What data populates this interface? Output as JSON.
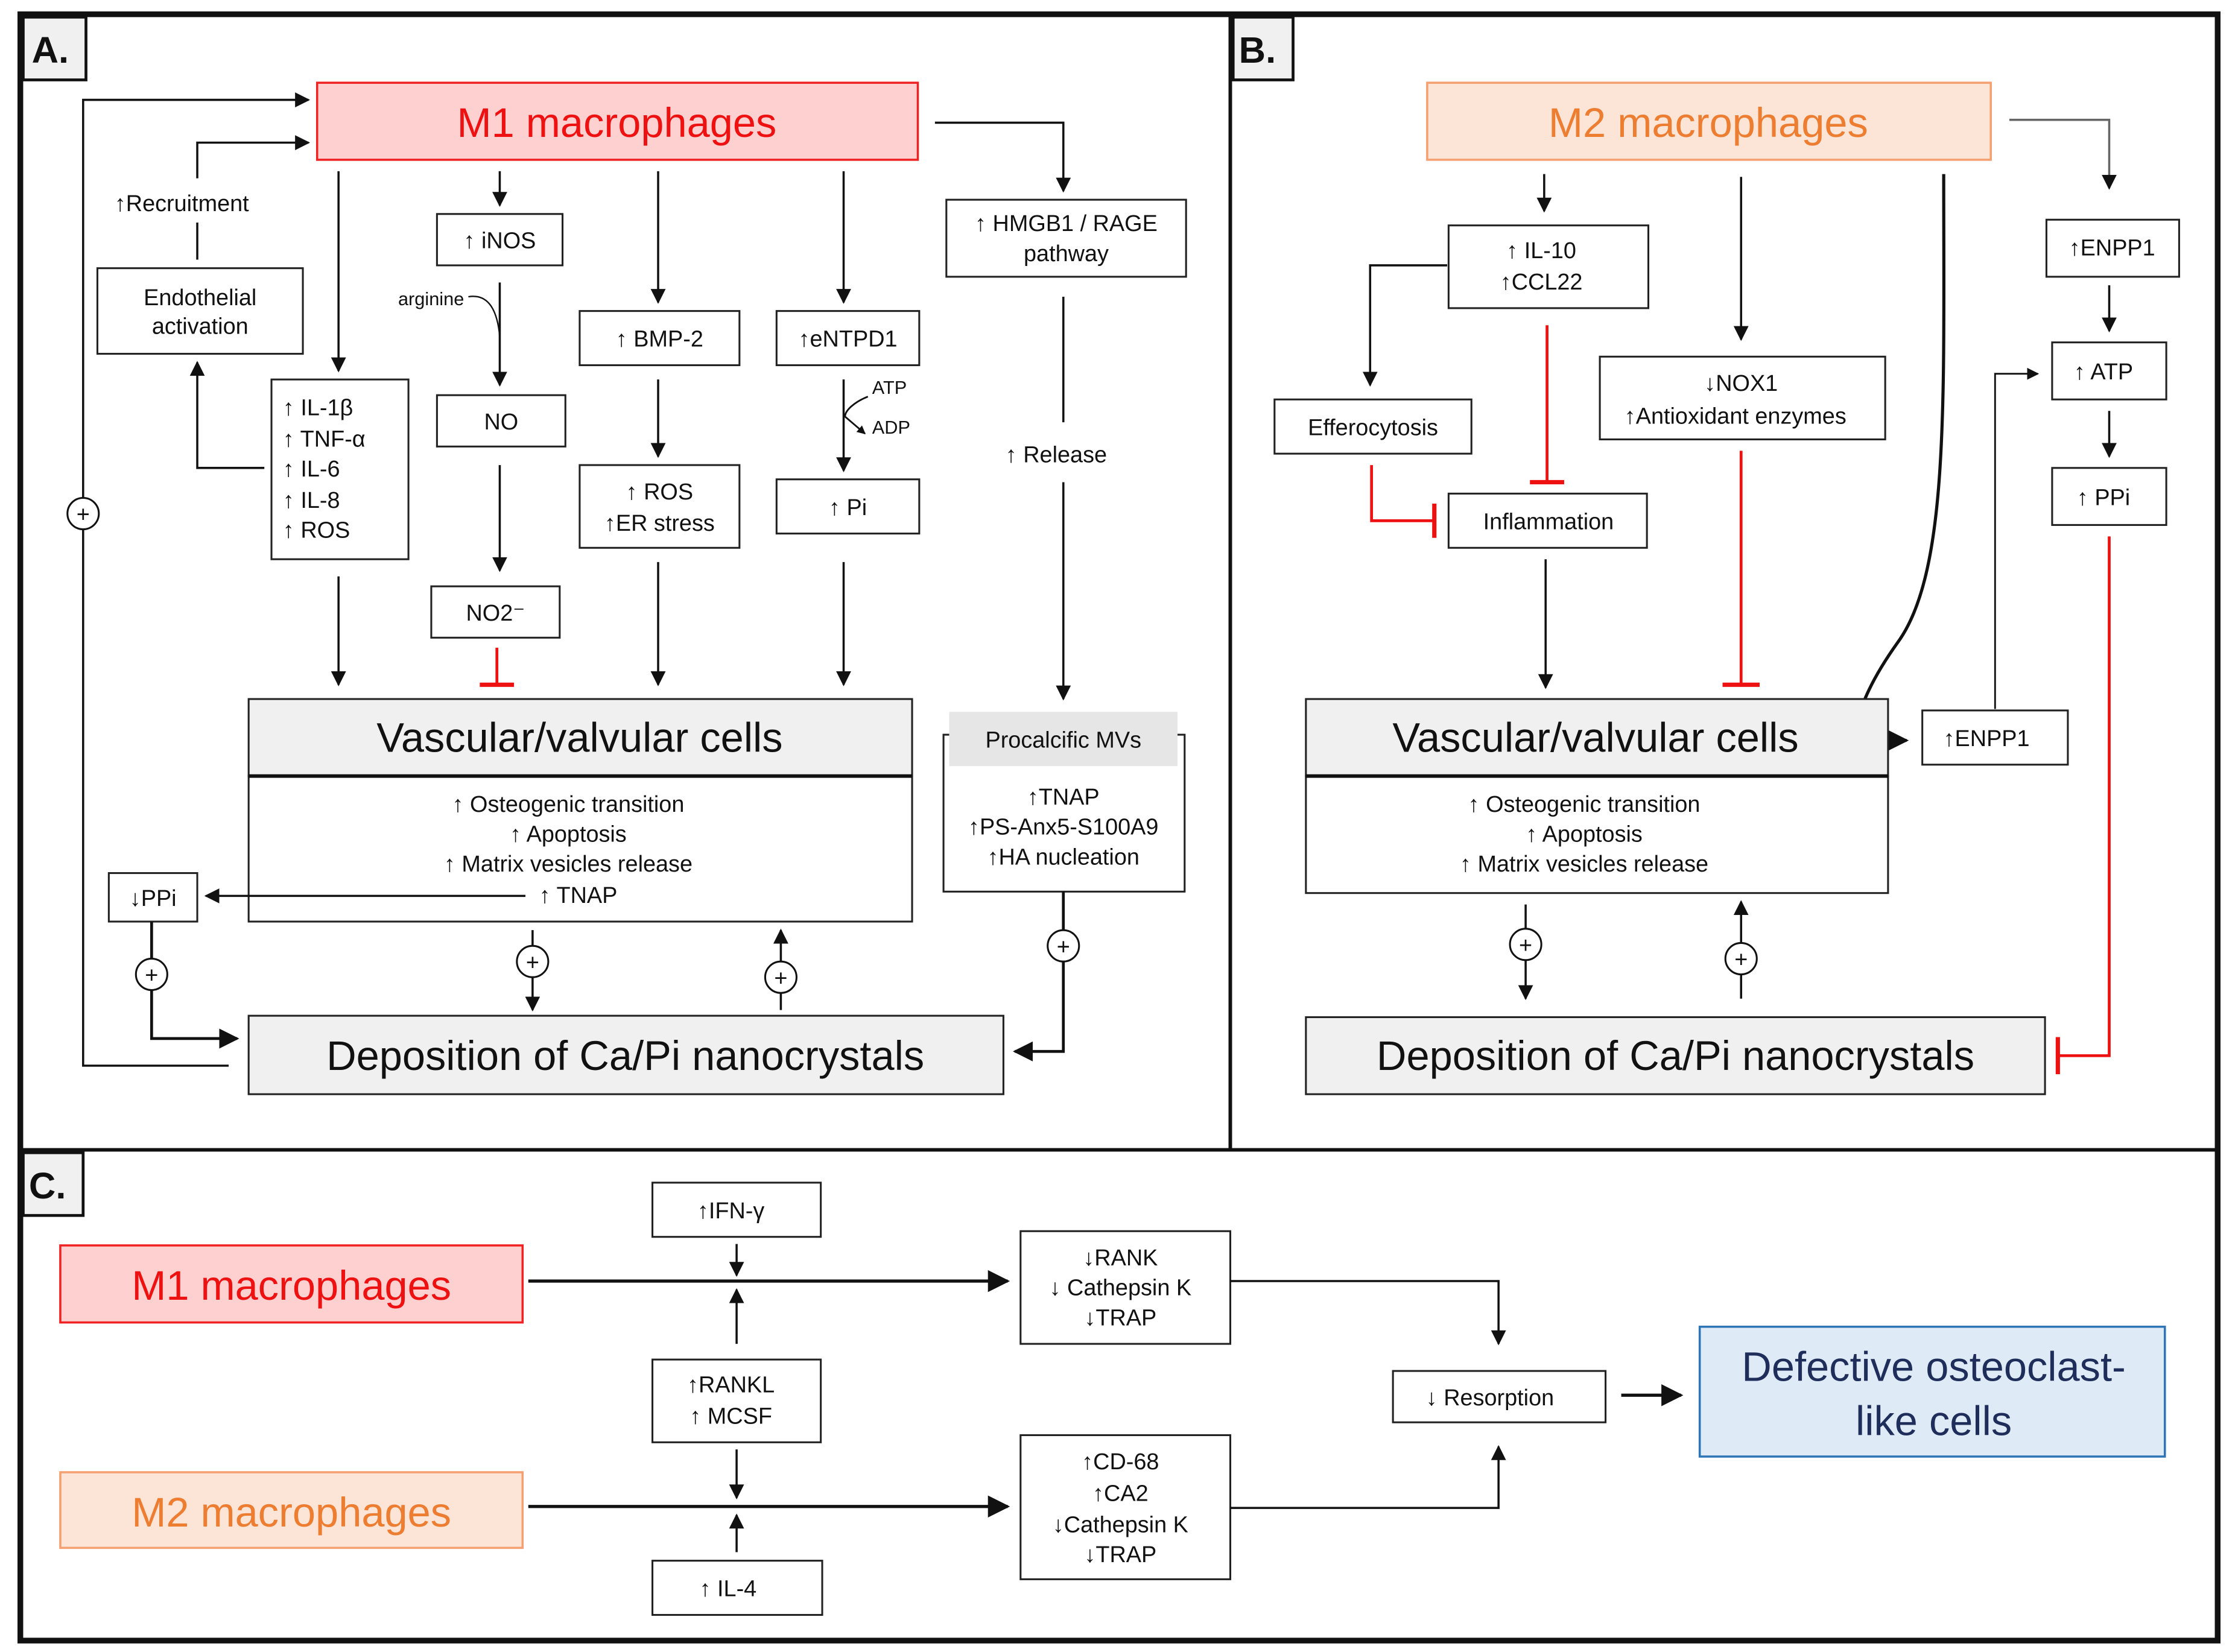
{
  "panels": {
    "a": {
      "label": "A.",
      "m1": "M1 macrophages",
      "recruitment": "↑Recruitment",
      "endothelial": [
        "Endothelial",
        "activation"
      ],
      "cytokines": [
        "↑ IL-1β",
        "↑ TNF-α",
        "↑ IL-6",
        "↑ IL-8",
        "↑ ROS"
      ],
      "inos": "↑ iNOS",
      "arginine": "arginine",
      "no": "NO",
      "no2": "NO2⁻",
      "bmp2": "↑ BMP-2",
      "ros_er": [
        "↑ ROS",
        "↑ER stress"
      ],
      "entpd1": "↑eNTPD1",
      "atp": "ATP",
      "adp": "ADP",
      "pi": "↑ Pi",
      "hmgb1": [
        "↑ HMGB1 / RAGE",
        "pathway"
      ],
      "release": "↑ Release",
      "vascular": "Vascular/valvular cells",
      "vascular_effects": [
        "↑ Osteogenic transition",
        "↑ Apoptosis",
        "↑ Matrix vesicles release",
        "↑ TNAP"
      ],
      "ppi": "↓PPi",
      "procalcific_title": "Procalcific MVs",
      "procalcific_items": [
        "↑TNAP",
        "↑PS-Anx5-S100A9",
        "↑HA nucleation"
      ],
      "deposition": "Deposition of Ca/Pi nanocrystals",
      "plus": "+"
    },
    "b": {
      "label": "B.",
      "m2": "M2 macrophages",
      "il10": [
        "↑ IL-10",
        "↑CCL22"
      ],
      "efferocytosis": "Efferocytosis",
      "inflammation": "Inflammation",
      "nox": [
        "↓NOX1",
        "↑Antioxidant enzymes"
      ],
      "enpp1_top": "↑ENPP1",
      "atp": "↑ ATP",
      "ppi": "↑ PPi",
      "vascular": "Vascular/valvular cells",
      "vascular_effects": [
        "↑ Osteogenic transition",
        "↑ Apoptosis",
        "↑ Matrix vesicles release"
      ],
      "enpp1_side": "↑ENPP1",
      "deposition": "Deposition of Ca/Pi nanocrystals",
      "plus": "+"
    },
    "c": {
      "label": "C.",
      "m1": "M1 macrophages",
      "m2": "M2 macrophages",
      "ifn": "↑IFN-γ",
      "rankl": [
        "↑RANKL",
        "↑ MCSF"
      ],
      "il4": "↑ IL-4",
      "m1_effects": [
        "↓RANK",
        "↓ Cathepsin K",
        "↓TRAP"
      ],
      "m2_effects": [
        "↑CD-68",
        "↑CA2",
        "↓Cathepsin K",
        "↓TRAP"
      ],
      "resorption": "↓ Resorption",
      "outcome": [
        "Defective osteoclast-",
        "like cells"
      ]
    }
  },
  "colors": {
    "m1_fill": "#ffd0d0",
    "m1_stroke": "#ee2222",
    "m1_text": "#ee1111",
    "m2_fill": "#fce4d6",
    "m2_stroke": "#f4a070",
    "m2_text": "#ed7d31",
    "outcome_fill": "#deebf7",
    "outcome_stroke": "#2e75b6",
    "outcome_text": "#1f2d5a",
    "inhibit": "#ee1111"
  }
}
